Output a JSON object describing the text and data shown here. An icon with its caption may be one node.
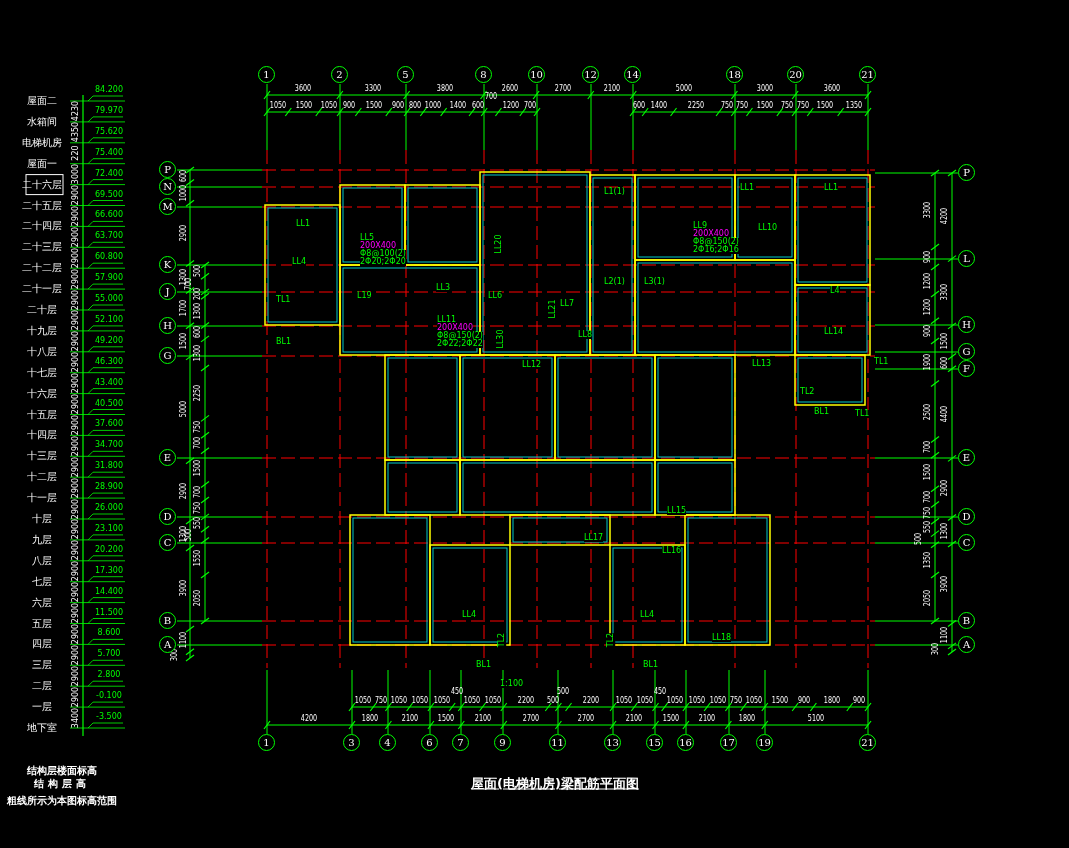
{
  "diagram": {
    "title": "屋面(电梯机房)梁配筋平面图",
    "nodes": [
      {
        "text": [
          "1"
        ]
      },
      {
        "text": [
          "2"
        ]
      },
      {
        "text": [
          "5"
        ]
      },
      {
        "text": [
          "8"
        ]
      },
      {
        "text": [
          "10"
        ]
      },
      {
        "text": [
          "12"
        ]
      },
      {
        "text": [
          "14"
        ]
      },
      {
        "text": [
          "18"
        ]
      },
      {
        "text": [
          "20"
        ]
      },
      {
        "text": [
          "21"
        ]
      },
      {
        "text": [
          "1"
        ]
      },
      {
        "text": [
          "3"
        ]
      },
      {
        "text": [
          "4"
        ]
      },
      {
        "text": [
          "6"
        ]
      },
      {
        "text": [
          "7"
        ]
      },
      {
        "text": [
          "9"
        ]
      },
      {
        "text": [
          "11"
        ]
      },
      {
        "text": [
          "13"
        ]
      },
      {
        "text": [
          "15"
        ]
      },
      {
        "text": [
          "16"
        ]
      },
      {
        "text": [
          "17"
        ]
      },
      {
        "text": [
          "19"
        ]
      },
      {
        "text": [
          "21"
        ]
      },
      {
        "text": [
          "P"
        ]
      },
      {
        "text": [
          "N"
        ]
      },
      {
        "text": [
          "M"
        ]
      },
      {
        "text": [
          "K"
        ]
      },
      {
        "text": [
          "J"
        ]
      },
      {
        "text": [
          "H"
        ]
      },
      {
        "text": [
          "G"
        ]
      },
      {
        "text": [
          "E"
        ]
      },
      {
        "text": [
          "D"
        ]
      },
      {
        "text": [
          "C"
        ]
      },
      {
        "text": [
          "B"
        ]
      },
      {
        "text": [
          "A"
        ]
      },
      {
        "text": [
          "P"
        ]
      },
      {
        "text": [
          "L"
        ]
      },
      {
        "text": [
          "H"
        ]
      },
      {
        "text": [
          "G"
        ]
      },
      {
        "text": [
          "F"
        ]
      },
      {
        "text": [
          "E"
        ]
      },
      {
        "text": [
          "D"
        ]
      },
      {
        "text": [
          "C"
        ]
      },
      {
        "text": [
          "B"
        ]
      },
      {
        "text": [
          "A"
        ]
      }
    ],
    "labels": [
      "屋面二",
      "84.200",
      "水箱间",
      "4230",
      "79.970",
      "电梯机房",
      "4350",
      "75.620",
      "屋面一",
      "220",
      "75.400",
      "二十六层",
      "3000",
      "72.400",
      "二十五层",
      "2900",
      "69.500",
      "二十四层",
      "2900",
      "66.600",
      "二十三层",
      "2900",
      "63.700",
      "二十二层",
      "2900",
      "60.800",
      "二十一层",
      "2900",
      "57.900",
      "二十层",
      "2900",
      "55.000",
      "十九层",
      "2900",
      "52.100",
      "十八层",
      "2900",
      "49.200",
      "十七层",
      "2900",
      "46.300",
      "十六层",
      "2900",
      "43.400",
      "十五层",
      "2900",
      "40.500",
      "十四层",
      "2900",
      "37.600",
      "十三层",
      "2900",
      "34.700",
      "十二层",
      "2900",
      "31.800",
      "十一层",
      "2900",
      "28.900",
      "十层",
      "2900",
      "26.000",
      "九层",
      "2900",
      "23.100",
      "八层",
      "2900",
      "20.200",
      "七层",
      "2900",
      "17.300",
      "六层",
      "2900",
      "14.400",
      "五层",
      "2900",
      "11.500",
      "四层",
      "2900",
      "8.600",
      "三层",
      "2900",
      "5.700",
      "二层",
      "2900",
      "2.800",
      "一层",
      "2900",
      "-0.100",
      "地下室",
      "3400",
      "-3.500",
      "结构层楼面标高",
      "结构层高",
      "粗线所示为本图标高范围",
      "3600",
      "3300",
      "3800",
      "2600",
      "2700",
      "2100",
      "5000",
      "3000",
      "3600",
      "1050",
      "1500",
      "1050",
      "900",
      "1500",
      "900",
      "800",
      "1000",
      "1400",
      "600",
      "700",
      "1200",
      "700",
      "600",
      "1400",
      "2250",
      "750",
      "750",
      "1500",
      "750",
      "750",
      "1500",
      "1350",
      "1050",
      "750",
      "1050",
      "1050",
      "1050",
      "450",
      "1050",
      "1050",
      "2200",
      "500",
      "500",
      "2200",
      "1050",
      "1050",
      "450",
      "1050",
      "1050",
      "1050",
      "750",
      "1050",
      "1500",
      "900",
      "1800",
      "900",
      "4200",
      "1800",
      "2100",
      "1500",
      "2100",
      "2700",
      "2700",
      "2100",
      "1500",
      "2100",
      "1800",
      "5100",
      "600",
      "1000",
      "2900",
      "1300",
      "1700",
      "1500",
      "5000",
      "2900",
      "1300",
      "3900",
      "1100",
      "300",
      "500",
      "700",
      "200",
      "1300",
      "600",
      "1300",
      "2250",
      "750",
      "700",
      "1500",
      "700",
      "750",
      "550",
      "500",
      "1550",
      "2050",
      "3300",
      "900",
      "1200",
      "1200",
      "900",
      "1900",
      "2500",
      "700",
      "1500",
      "700",
      "750",
      "550",
      "500",
      "1350",
      "2050",
      "4200",
      "3300",
      "1500",
      "600",
      "4400",
      "2900",
      "1300",
      "3900",
      "1100",
      "300",
      "LL1",
      "LL4",
      "TL1",
      "BL1",
      "LL5",
      "200X400",
      "Φ8@100(2)",
      "2Φ20;2Φ20",
      "LL11",
      "200X400",
      "Φ8@150(2)",
      "2Φ22;2Φ22",
      "L19",
      "LL3",
      "LL20",
      "LL6",
      "LL21",
      "LL30",
      "LL7",
      "LL8",
      "L1(1)",
      "L2(1)",
      "L3(1)",
      "LL9",
      "200X400",
      "Φ8@150(2)",
      "2Φ16;2Φ16",
      "LL10",
      "LL1",
      "LL1",
      "L4",
      "LL14",
      "LL13",
      "TL1",
      "TL2",
      "BL1",
      "TL1",
      "LL12",
      "LL15",
      "LL16",
      "LL17",
      "LL18",
      "LL4",
      "LL4",
      "TL2",
      "TL2",
      "BL1",
      "BL1",
      "1:100"
    ]
  }
}
